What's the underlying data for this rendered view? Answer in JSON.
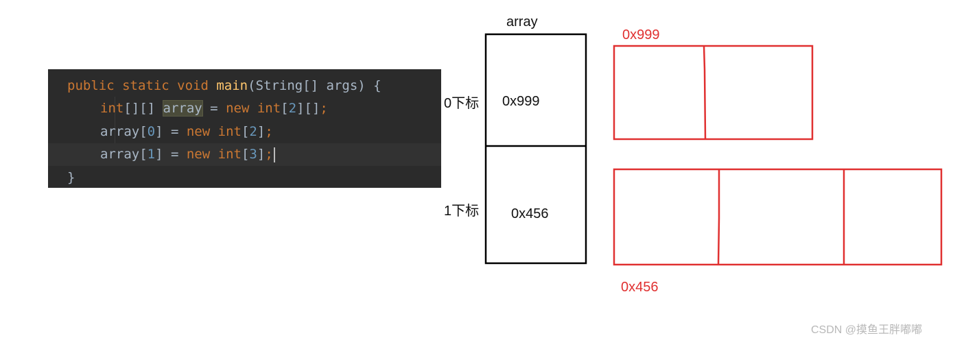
{
  "code": {
    "lines": [
      {
        "tokens": [
          {
            "text": "public ",
            "type": "kw"
          },
          {
            "text": "static ",
            "type": "kw"
          },
          {
            "text": "void ",
            "type": "kw"
          },
          {
            "text": "main",
            "type": "fn"
          },
          {
            "text": "(String[] args) {",
            "type": "plain"
          }
        ]
      },
      {
        "tokens": [
          {
            "text": "int",
            "type": "kw"
          },
          {
            "text": "[][] ",
            "type": "plain"
          },
          {
            "text": "array",
            "type": "hl"
          },
          {
            "text": " = ",
            "type": "plain"
          },
          {
            "text": "new ",
            "type": "kw"
          },
          {
            "text": "int",
            "type": "kw"
          },
          {
            "text": "[",
            "type": "plain"
          },
          {
            "text": "2",
            "type": "num"
          },
          {
            "text": "][]",
            "type": "plain"
          },
          {
            "text": ";",
            "type": "kw"
          }
        ]
      },
      {
        "tokens": [
          {
            "text": "array[",
            "type": "plain"
          },
          {
            "text": "0",
            "type": "num"
          },
          {
            "text": "] = ",
            "type": "plain"
          },
          {
            "text": "new ",
            "type": "kw"
          },
          {
            "text": "int",
            "type": "kw"
          },
          {
            "text": "[",
            "type": "plain"
          },
          {
            "text": "2",
            "type": "num"
          },
          {
            "text": "]",
            "type": "plain"
          },
          {
            "text": ";",
            "type": "kw"
          }
        ]
      },
      {
        "tokens": [
          {
            "text": "array[",
            "type": "plain"
          },
          {
            "text": "1",
            "type": "num"
          },
          {
            "text": "] = ",
            "type": "plain"
          },
          {
            "text": "new ",
            "type": "kw"
          },
          {
            "text": "int",
            "type": "kw"
          },
          {
            "text": "[",
            "type": "plain"
          },
          {
            "text": "3",
            "type": "num"
          },
          {
            "text": "]",
            "type": "plain"
          },
          {
            "text": ";",
            "type": "kw"
          }
        ]
      },
      {
        "tokens": [
          {
            "text": "}",
            "type": "plain"
          }
        ]
      }
    ]
  },
  "diagram": {
    "array_name": "array",
    "outer_cells": [
      {
        "index_label": "0下标",
        "value": "0x999"
      },
      {
        "index_label": "1下标",
        "value": "0x456"
      }
    ],
    "inner_arrays": [
      {
        "address": "0x999",
        "length": 2
      },
      {
        "address": "0x456",
        "length": 3
      }
    ]
  },
  "watermark": "CSDN @摸鱼王胖嘟嘟",
  "colors": {
    "editor_bg": "#2b2b2b",
    "keyword": "#cc7832",
    "function": "#ffc66d",
    "number": "#6897bb",
    "text": "#a9b7c6",
    "diagram_black": "#000000",
    "diagram_red": "#e03030"
  }
}
